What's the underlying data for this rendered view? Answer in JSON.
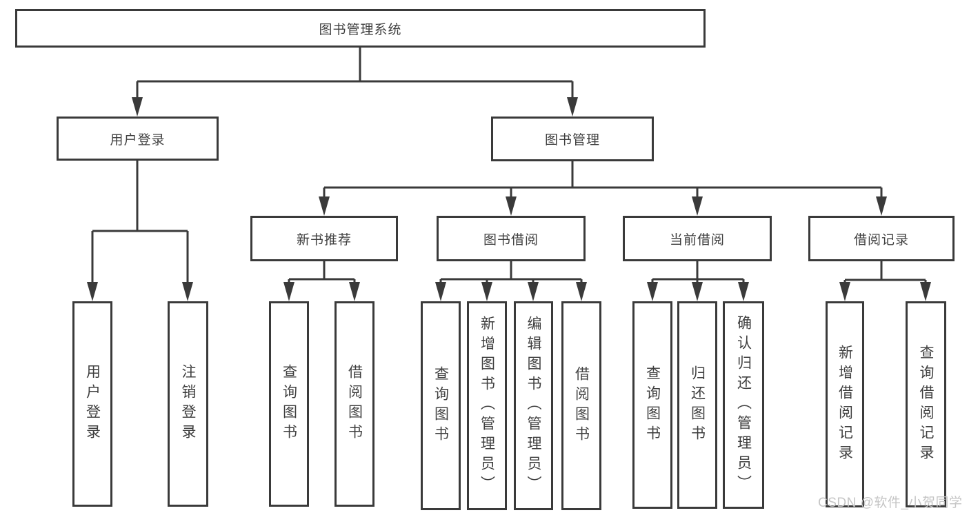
{
  "colors": {
    "line": "#3a3a3a",
    "ink": "#3f3f3f",
    "background": "#ffffff",
    "watermark": "#c5c5c5"
  },
  "watermark": "CSDN @软件_小贺同学",
  "tree": {
    "root": "图书管理系统",
    "login_branch": {
      "label": "用户登录",
      "children": [
        "用户登录",
        "注销登录"
      ]
    },
    "mgmt_branch": {
      "label": "图书管理",
      "sections": [
        {
          "label": "新书推荐",
          "children": [
            "查询图书",
            "借阅图书"
          ]
        },
        {
          "label": "图书借阅",
          "children": [
            "查询图书",
            "新增图书（管理员）",
            "编辑图书（管理员）",
            "借阅图书"
          ]
        },
        {
          "label": "当前借阅",
          "children": [
            "查询图书",
            "归还图书",
            "确认归还（管理员）"
          ]
        },
        {
          "label": "借阅记录",
          "children": [
            "新增借阅记录",
            "查询借阅记录"
          ]
        }
      ]
    }
  }
}
